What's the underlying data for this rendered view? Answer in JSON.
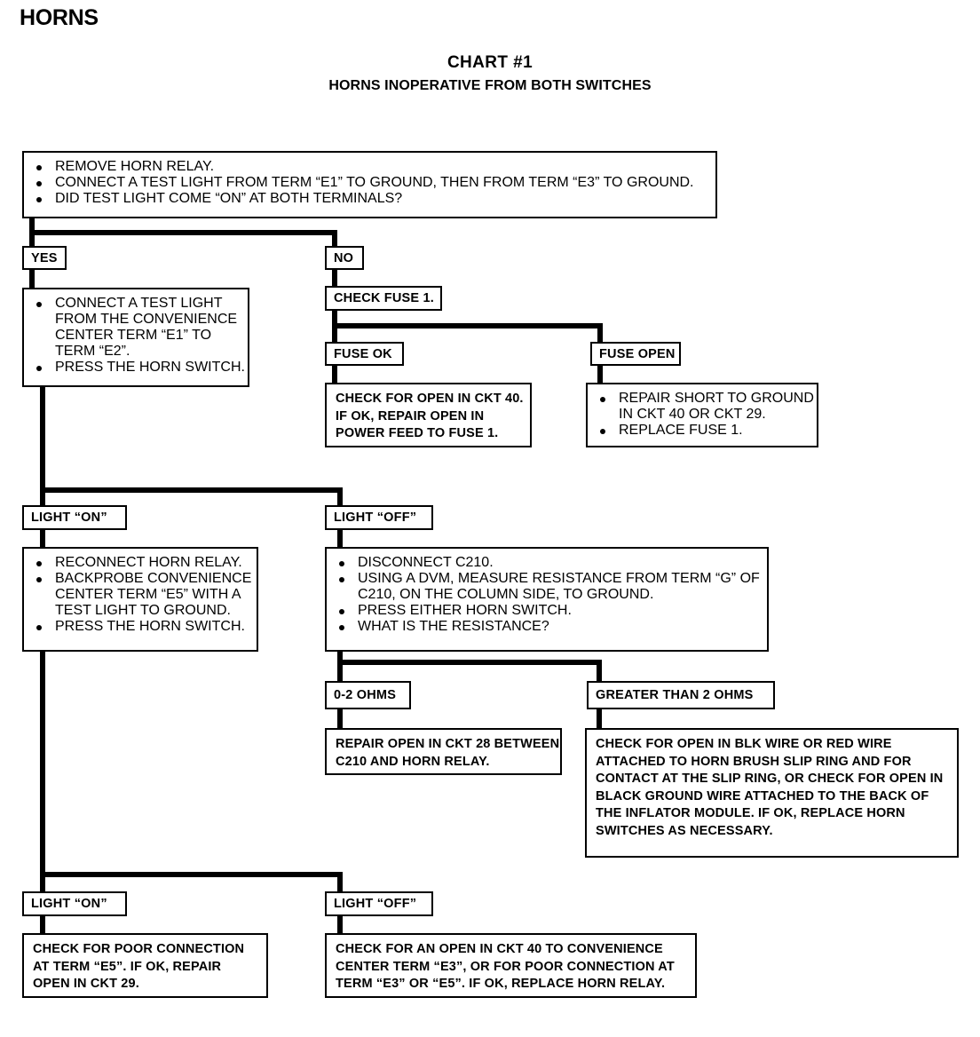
{
  "document": {
    "system_title": "HORNS",
    "chart_number": "CHART #1",
    "chart_subtitle": "HORNS INOPERATIVE FROM BOTH SWITCHES"
  },
  "colors": {
    "ink": "#000000",
    "paper": "#ffffff"
  },
  "nodes": {
    "start": {
      "items": [
        "REMOVE HORN RELAY.",
        "CONNECT A TEST LIGHT FROM TERM “E1” TO GROUND, THEN FROM TERM “E3” TO GROUND.",
        "DID TEST LIGHT COME “ON” AT BOTH TERMINALS?"
      ]
    },
    "yes_tag": {
      "label": "YES"
    },
    "no_tag": {
      "label": "NO"
    },
    "yes_action": {
      "items": [
        [
          "CONNECT A TEST LIGHT",
          "FROM THE CONVENIENCE",
          "CENTER TERM “E1” TO",
          "TERM “E2”."
        ],
        [
          "PRESS THE HORN SWITCH."
        ]
      ]
    },
    "check_fuse": {
      "label": "CHECK FUSE 1."
    },
    "fuse_ok_tag": {
      "label": "FUSE OK"
    },
    "fuse_open_tag": {
      "label": "FUSE OPEN"
    },
    "fuse_ok_action": {
      "lines": [
        "CHECK FOR OPEN IN CKT 40.",
        "IF OK, REPAIR OPEN IN",
        "POWER FEED TO FUSE 1."
      ]
    },
    "fuse_open_action": {
      "items": [
        [
          "REPAIR SHORT TO GROUND",
          "IN CKT 40 OR CKT 29."
        ],
        [
          "REPLACE FUSE 1."
        ]
      ]
    },
    "light_on_tag_1": {
      "label": "LIGHT “ON”"
    },
    "light_off_tag_1": {
      "label": "LIGHT “OFF”"
    },
    "light_on_action_1": {
      "items": [
        [
          "RECONNECT HORN RELAY."
        ],
        [
          "BACKPROBE CONVENIENCE",
          "CENTER TERM “E5” WITH A",
          "TEST LIGHT TO GROUND."
        ],
        [
          "PRESS THE HORN SWITCH."
        ]
      ]
    },
    "light_off_action_1": {
      "items": [
        [
          "DISCONNECT C210."
        ],
        [
          "USING A DVM, MEASURE RESISTANCE FROM TERM “G” OF",
          "C210, ON THE COLUMN SIDE, TO GROUND."
        ],
        [
          "PRESS EITHER HORN SWITCH."
        ],
        [
          "WHAT IS THE RESISTANCE?"
        ]
      ]
    },
    "ohms_low_tag": {
      "label": "0-2 OHMS"
    },
    "ohms_high_tag": {
      "label": "GREATER THAN 2 OHMS"
    },
    "ohms_low_action": {
      "lines": [
        "REPAIR OPEN IN CKT 28 BETWEEN",
        "C210 AND HORN RELAY."
      ]
    },
    "ohms_high_action": {
      "lines": [
        "CHECK FOR OPEN IN BLK WIRE OR RED WIRE",
        "ATTACHED TO HORN BRUSH SLIP RING AND FOR",
        "CONTACT AT THE SLIP RING, OR CHECK FOR OPEN IN",
        "BLACK GROUND WIRE ATTACHED TO THE BACK OF",
        "THE INFLATOR MODULE.  IF OK, REPLACE HORN",
        "SWITCHES AS NECESSARY."
      ]
    },
    "light_on_tag_2": {
      "label": "LIGHT “ON”"
    },
    "light_off_tag_2": {
      "label": "LIGHT “OFF”"
    },
    "light_on_action_2": {
      "lines": [
        "CHECK FOR POOR CONNECTION",
        "AT TERM “E5”.  IF OK, REPAIR",
        "OPEN IN CKT 29."
      ]
    },
    "light_off_action_2": {
      "lines": [
        "CHECK FOR AN OPEN IN CKT 40 TO CONVENIENCE",
        "CENTER TERM “E3”, OR FOR POOR CONNECTION AT",
        "TERM “E3” OR “E5”.  IF OK, REPLACE HORN RELAY."
      ]
    }
  }
}
